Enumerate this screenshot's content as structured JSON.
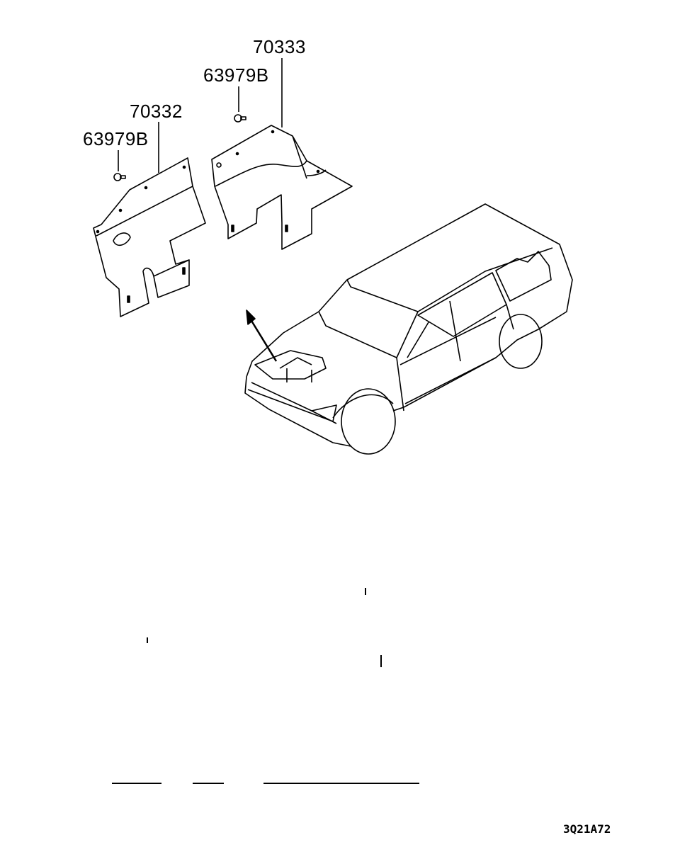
{
  "labels": {
    "part_70333": "70333",
    "clip_right": "63979B",
    "part_70332": "70332",
    "clip_left": "63979B"
  },
  "diagram_code": "3Q21A72"
}
